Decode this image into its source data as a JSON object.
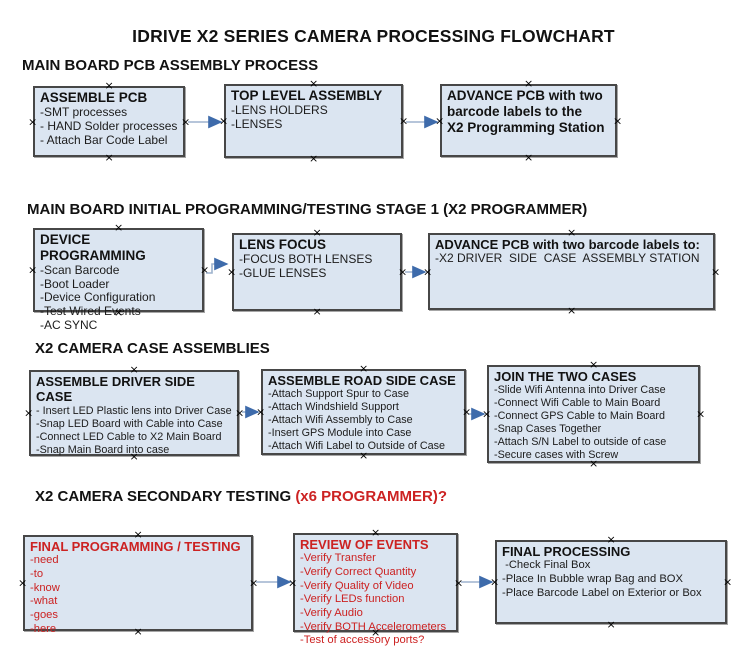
{
  "title": "IDRIVE X2  SERIES CAMERA PROCESSING FLOWCHART",
  "colors": {
    "box_fill": "#dbe5f1",
    "box_border": "#474747",
    "red_text": "#cc2222",
    "arrow_shaft": "#9db2cd",
    "arrow_head": "#3e6bab",
    "text": "#121212"
  },
  "sections": [
    {
      "heading": "MAIN BOARD PCB ASSEMBLY PROCESS",
      "boxes": [
        {
          "title": "ASSEMBLE PCB",
          "items": [
            "-SMT processes",
            "- HAND Solder processes",
            "- Attach Bar Code Label"
          ]
        },
        {
          "title": "TOP LEVEL ASSEMBLY",
          "items": [
            "-LENS HOLDERS",
            "-LENSES"
          ]
        },
        {
          "title": "ADVANCE PCB with two\nbarcode labels to the\n X2 Programming Station",
          "items": []
        }
      ]
    },
    {
      "heading": "MAIN BOARD INITIAL PROGRAMMING/TESTING STAGE 1 (X2 PROGRAMMER)",
      "boxes": [
        {
          "title": "DEVICE PROGRAMMING",
          "items": [
            "-Scan Barcode",
            "-Boot Loader",
            "-Device Configuration",
            "-Test Wired Events",
            "-AC SYNC"
          ]
        },
        {
          "title": "LENS FOCUS",
          "items": [
            "-FOCUS BOTH LENSES",
            "-GLUE LENSES"
          ]
        },
        {
          "title": "ADVANCE PCB with two barcode labels to:",
          "items": [
            "-X2 DRIVER  SIDE  CASE  ASSEMBLY STATION"
          ]
        }
      ]
    },
    {
      "heading": "X2 CAMERA CASE ASSEMBLIES",
      "boxes": [
        {
          "title": "ASSEMBLE DRIVER SIDE CASE",
          "items": [
            "- Insert LED Plastic lens into Driver Case",
            "-Snap LED Board with Cable into Case",
            "-Connect LED Cable to X2 Main Board",
            "-Snap Main Board into case"
          ]
        },
        {
          "title": "ASSEMBLE ROAD SIDE CASE",
          "items": [
            "-Attach Support Spur to Case",
            "-Attach Windshield Support",
            "-Attach Wifi Assembly to Case",
            "-Insert GPS Module into Case",
            "-Attach Wifi Label to Outside of Case"
          ]
        },
        {
          "title": "JOIN THE TWO CASES",
          "items": [
            "-Slide Wifi Antenna into Driver Case",
            "-Connect Wifi Cable to Main Board",
            "-Connect GPS Cable to Main Board",
            "-Snap Cases Together",
            "-Attach S/N Label to outside of case",
            "-Secure cases with Screw"
          ]
        }
      ]
    },
    {
      "heading": "X2 CAMERA SECONDARY TESTING  ",
      "heading_red": "(x6 PROGRAMMER)?",
      "boxes": [
        {
          "title": "FINAL PROGRAMMING / TESTING",
          "items": [
            "-need",
            "-to",
            "-know",
            "-what",
            "-goes",
            "-here"
          ]
        },
        {
          "title": "REVIEW OF EVENTS",
          "items": [
            "-Verify Transfer",
            "-Verify Correct Quantity",
            "-Verify Quality of Video",
            "-Verify LEDs function",
            "-Verify Audio",
            "-Verify BOTH Accelerometers",
            "-Test of accessory ports?"
          ]
        },
        {
          "title": "FINAL PROCESSING",
          "items": [
            " -Check Final Box",
            "-Place In Bubble wrap Bag and BOX",
            "-Place Barcode Label on Exterior or Box"
          ]
        }
      ]
    }
  ]
}
